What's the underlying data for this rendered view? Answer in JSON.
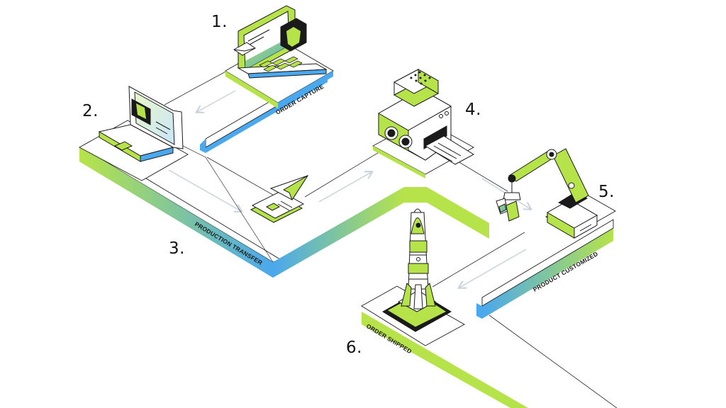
{
  "steps": [
    {
      "num": "1.",
      "label": "ORDER CAPTURE"
    },
    {
      "num": "2.",
      "label": ""
    },
    {
      "num": "3.",
      "label": "PRODUCTION TRANSFER"
    },
    {
      "num": "4.",
      "label": ""
    },
    {
      "num": "5.",
      "label": "PRODUCT CUSTOMIZED"
    },
    {
      "num": "6.",
      "label": "ORDER SHIPPED"
    }
  ],
  "colors": {
    "green": "#b6e34a",
    "blue": "#4aa8ee",
    "ink": "#1a1a1a",
    "arrow": "#c9d3dd",
    "surface": "#ffffff",
    "panel_shade": "#eef5e0"
  },
  "icons": [
    "laptop-icon",
    "tshirt-icon",
    "email-icon",
    "paper-plane-icon",
    "document-icon",
    "printer-icon",
    "robot-arm-icon",
    "rocket-icon"
  ]
}
